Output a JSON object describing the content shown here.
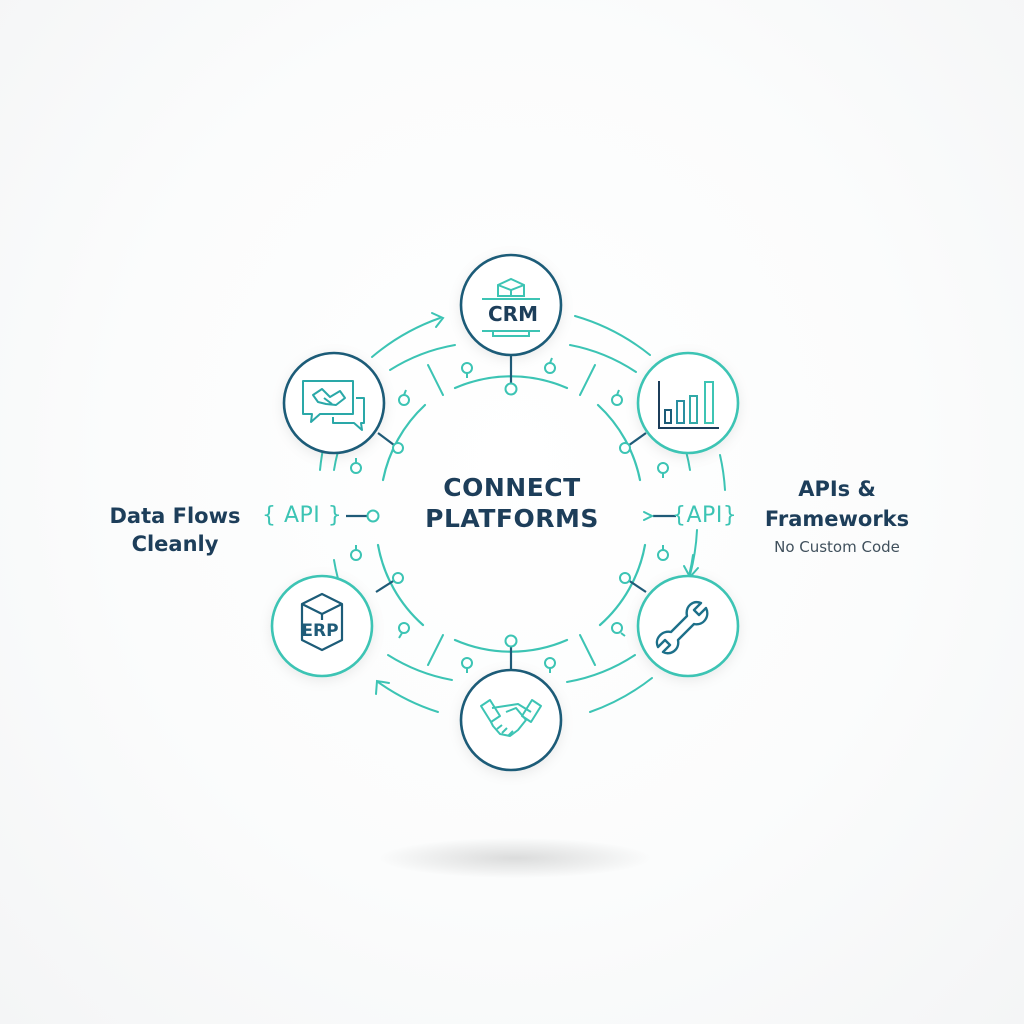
{
  "center": {
    "title_line1": "CONNECT",
    "title_line2": "PLATFORMS"
  },
  "left_caption": {
    "line1": "Data Flows",
    "line2": "Cleanly"
  },
  "right_caption": {
    "line1": "APIs &",
    "line2": "Frameworks",
    "subtitle": "No Custom Code"
  },
  "api_tags": {
    "left": "{ API }",
    "right": "{API}"
  },
  "nodes": [
    {
      "id": "crm",
      "label": "CRM",
      "icon": "crm-monitor-icon",
      "position": "top"
    },
    {
      "id": "analytics",
      "label": "",
      "icon": "bar-chart-icon",
      "position": "top-right"
    },
    {
      "id": "tools",
      "label": "",
      "icon": "wrench-icon",
      "position": "bottom-right"
    },
    {
      "id": "partnership",
      "label": "",
      "icon": "handshake-icon",
      "position": "bottom"
    },
    {
      "id": "erp",
      "label": "ERP",
      "icon": "erp-cube-icon",
      "position": "bottom-left"
    },
    {
      "id": "communication",
      "label": "",
      "icon": "chat-handshake-icon",
      "position": "top-left"
    }
  ],
  "colors": {
    "navy": "#1d3e5a",
    "dark_teal": "#1f5b78",
    "teal": "#3cc4b4",
    "background": "#fbfcfc"
  }
}
